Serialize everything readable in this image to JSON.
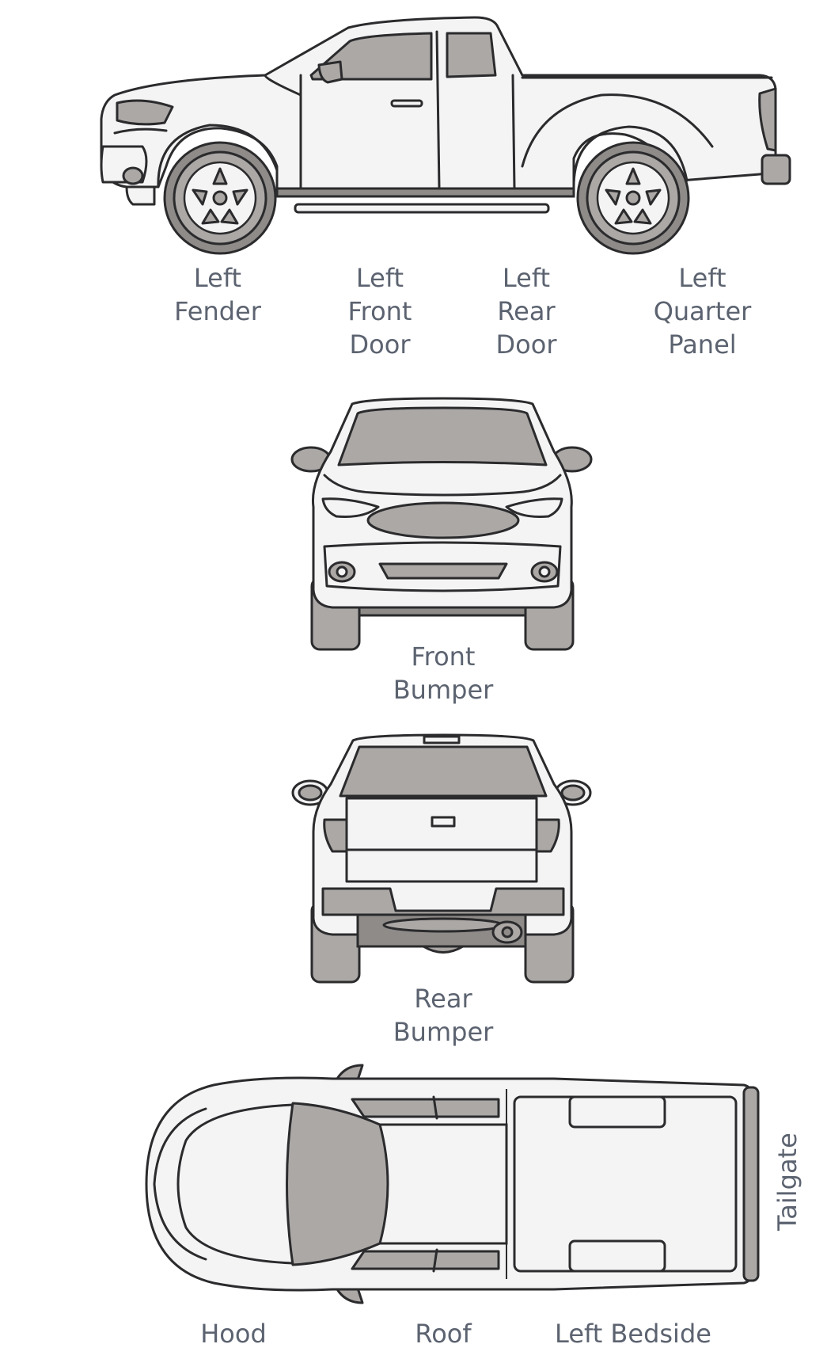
{
  "side_view": {
    "labels": [
      {
        "lines": [
          "Left",
          "Fender"
        ]
      },
      {
        "lines": [
          "Left",
          "Front",
          "Door"
        ]
      },
      {
        "lines": [
          "Left",
          "Rear",
          "Door"
        ]
      },
      {
        "lines": [
          "Left",
          "Quarter",
          "Panel"
        ]
      }
    ]
  },
  "front_view": {
    "label_lines": [
      "Front",
      "Bumper"
    ]
  },
  "rear_view": {
    "label_lines": [
      "Rear",
      "Bumper"
    ]
  },
  "top_view": {
    "labels": [
      "Hood",
      "Roof",
      "Left Bedside"
    ],
    "side_label": "Tailgate"
  },
  "colors": {
    "body_fill": "#f4f4f5",
    "glass_trim_fill": "#aba8a6",
    "outline": "#2b2b2d",
    "label_text": "#5c6370"
  }
}
